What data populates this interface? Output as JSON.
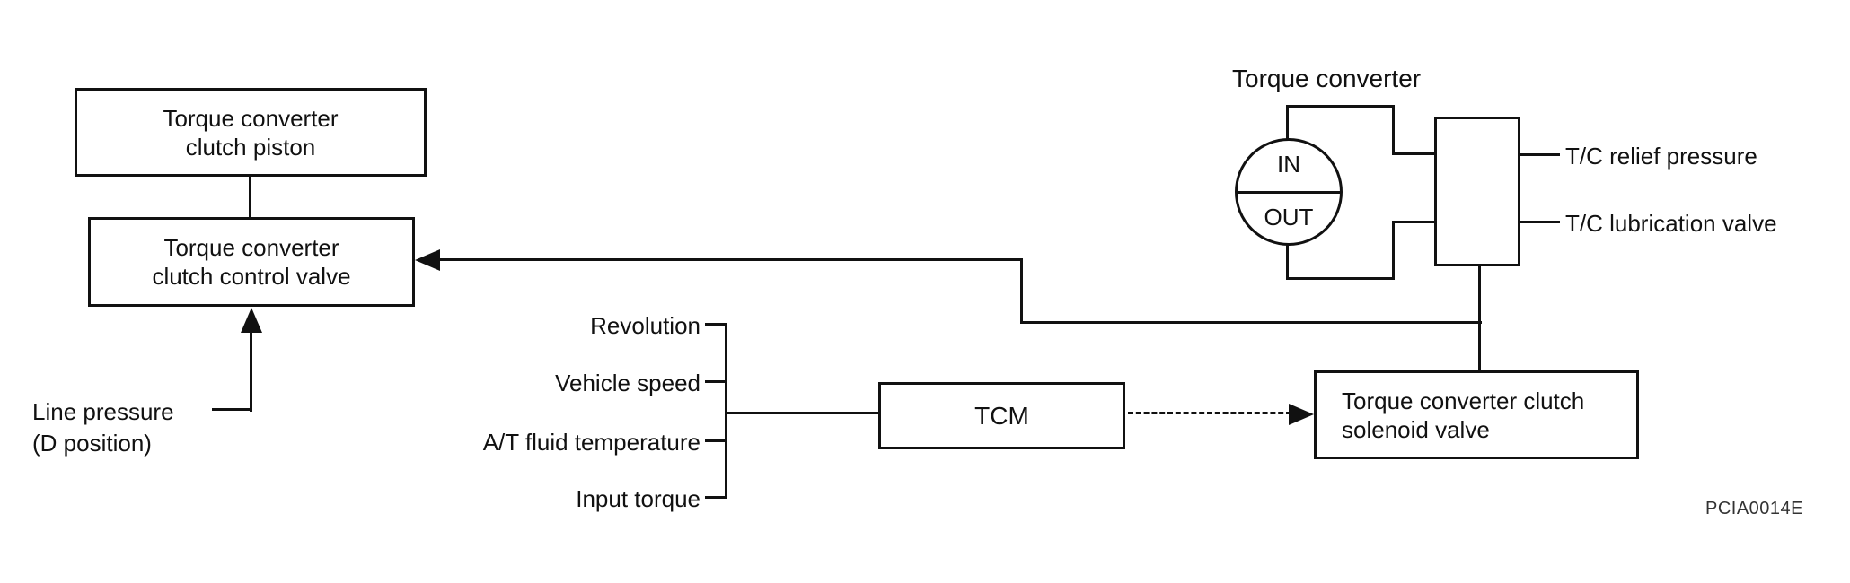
{
  "figure": {
    "code": "PCIA0014E"
  },
  "nodes": {
    "piston_box": "Torque converter\nclutch piston",
    "control_valve_box": "Torque converter\nclutch control valve",
    "tcm_box": "TCM",
    "solenoid_box": "Torque converter clutch\nsolenoid valve",
    "converter_in": "IN",
    "converter_out": "OUT"
  },
  "labels": {
    "torque_converter_title": "Torque converter",
    "line_pressure": "Line pressure",
    "line_pressure_position": "(D position)",
    "tc_relief_pressure": "T/C relief pressure",
    "tc_lubrication_valve": "T/C lubrication valve"
  },
  "tcm_inputs": [
    "Revolution",
    "Vehicle speed",
    "A/T fluid temperature",
    "Input torque"
  ],
  "colors": {
    "line": "#111111",
    "background": "#ffffff"
  }
}
